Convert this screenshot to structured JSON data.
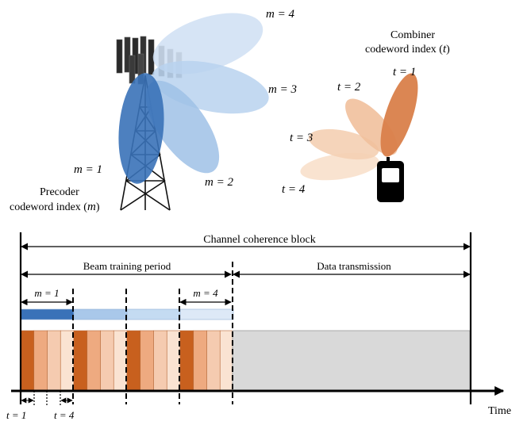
{
  "precoder": {
    "caption_line1": "Precoder",
    "caption_line2": "codeword index (",
    "caption_var": "m",
    "caption_close": ")",
    "beams": [
      {
        "label": "m = 1",
        "color": "#3a72b8"
      },
      {
        "label": "m = 2",
        "color": "#9fc1e6"
      },
      {
        "label": "m = 3",
        "color": "#b9d2ee"
      },
      {
        "label": "m = 4",
        "color": "#cfdff3"
      }
    ]
  },
  "combiner": {
    "caption_line1": "Combiner",
    "caption_line2": "codeword index (",
    "caption_var": "t",
    "caption_close": ")",
    "beams": [
      {
        "label": "t = 1",
        "color": "#d9804a"
      },
      {
        "label": "t = 2",
        "color": "#f1c09c"
      },
      {
        "label": "t = 3",
        "color": "#f4cfb2"
      },
      {
        "label": "t = 4",
        "color": "#f8e0cb"
      }
    ]
  },
  "timeline": {
    "coherence_label": "Channel coherence block",
    "training_label": "Beam training period",
    "data_label": "Data transmission",
    "m_first": "m = 1",
    "m_last": "m = 4",
    "t_first": "t = 1",
    "t_last": "t = 4",
    "time_label": "Time",
    "precoder_bar_colors": [
      "#3a72b8",
      "#a9c8ea",
      "#c4dbf2",
      "#dde9f7"
    ],
    "combiner_slot_colors": [
      "#c8601e",
      "#eeaa80",
      "#f5cbb0",
      "#fae3d2"
    ],
    "data_fill": "#d9d9d9"
  }
}
